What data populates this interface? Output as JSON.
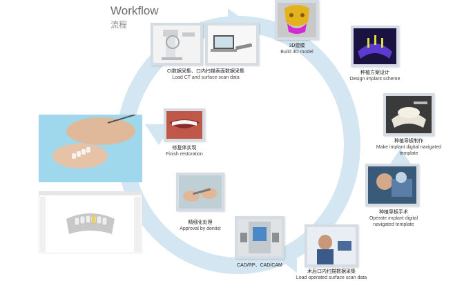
{
  "title": "Workflow",
  "subtitle": "流程",
  "steps": [
    {
      "cn": "Ct数据采集、口内扫描表面数据采集",
      "en": "Load CT and surface scan data"
    },
    {
      "cn": "3D建模",
      "en": "Build 3D model"
    },
    {
      "cn": "种植方案设计",
      "en": "Design implant scheme"
    },
    {
      "cn": "种植导板制作",
      "en": "Make implant digital navigated template"
    },
    {
      "cn": "种植导板手术",
      "en": "Operate implant digital navigated template"
    },
    {
      "cn": "术后口内扫描数据采集",
      "en": "Load operated  surface scan data"
    },
    {
      "cn": "CAD/RP、CAD/CAM",
      "en": ""
    },
    {
      "cn": "精细化处理",
      "en": "Approval by dentist"
    },
    {
      "cn": "修复体实现",
      "en": "Finish restoration"
    }
  ],
  "colors": {
    "ring": "#d3e6f1",
    "frame": "#d6dce4",
    "accent": "#3b3bd0"
  }
}
